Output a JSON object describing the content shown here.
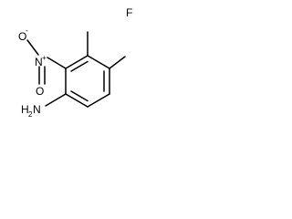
{
  "molecule": {
    "atoms": {
      "fluorine": "F",
      "nitro_nitrogen": "N",
      "nitro_plus": "+",
      "nitro_oxygen_double": "O",
      "nitro_oxygen_single": "O",
      "nitro_oxygen_minus": "-",
      "amine_h": "H",
      "amine_subscript": "2",
      "amine_n": "N"
    }
  }
}
